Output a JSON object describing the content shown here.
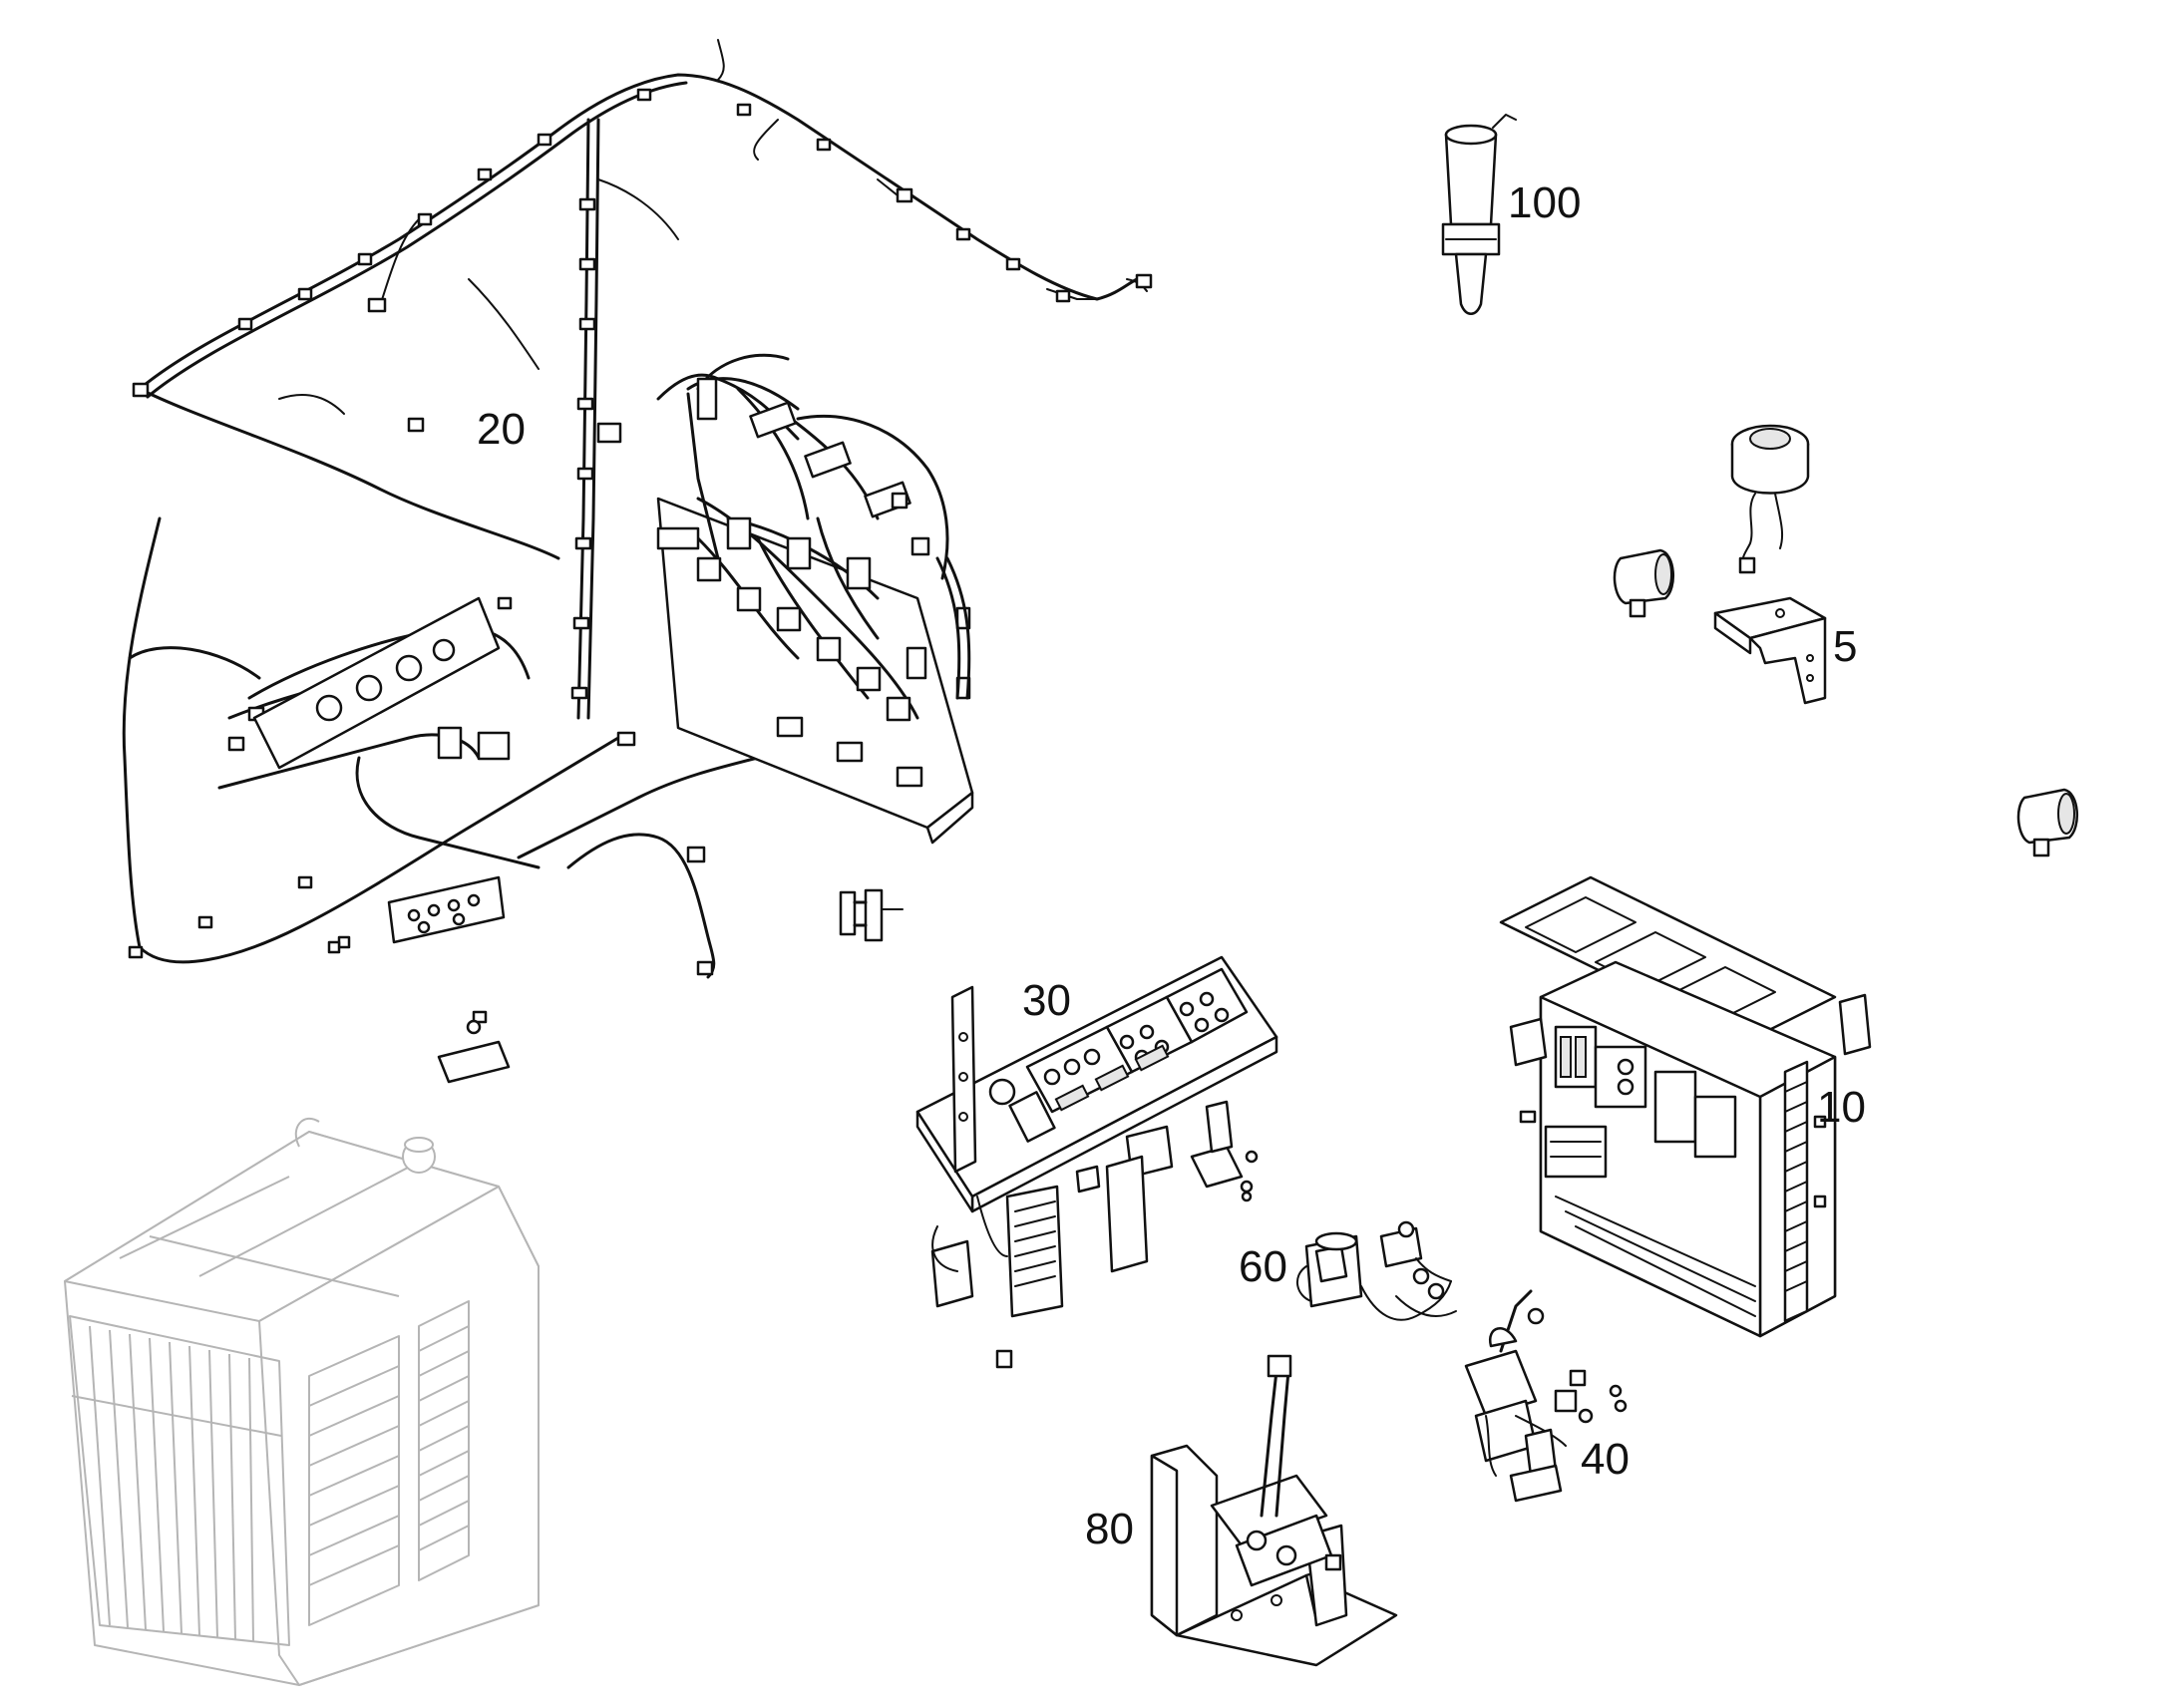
{
  "callouts": {
    "c100": "100",
    "c20": "20",
    "c5": "5",
    "c30": "30",
    "c10": "10",
    "c60": "60",
    "c40": "40",
    "c80": "80"
  }
}
